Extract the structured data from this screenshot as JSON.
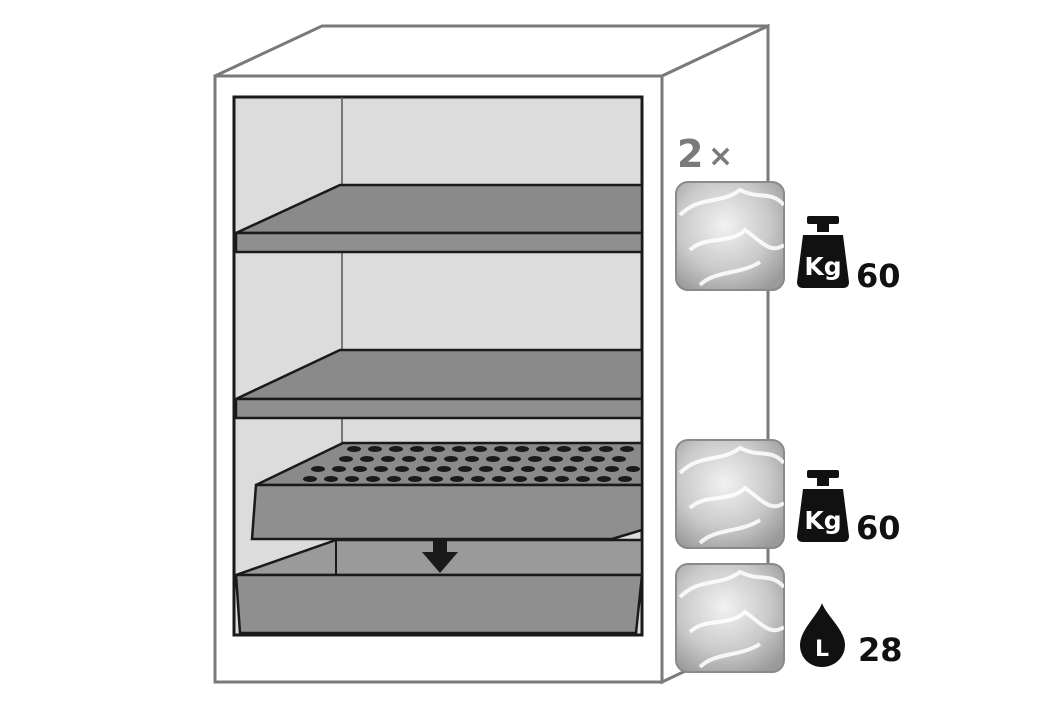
{
  "multiplier": {
    "count": "2",
    "symbol": "×"
  },
  "accessories": [
    {
      "kind": "shelf",
      "metric": "load",
      "icon": "weight-icon",
      "unit_glyph": "Kg",
      "value": "60"
    },
    {
      "kind": "shelf",
      "metric": "load",
      "icon": "weight-icon",
      "unit_glyph": "Kg",
      "value": "60"
    },
    {
      "kind": "sump",
      "metric": "capacity",
      "icon": "droplet-icon",
      "unit_glyph": "L",
      "value": "28"
    }
  ],
  "colors": {
    "cabinet_outline": "#7a7a7a",
    "interior": "#dcdcdc",
    "shelf": "#8a8a8a",
    "shelf_edge": "#1a1a1a",
    "icon_fill": "#111111",
    "multiplier_text": "#7a7a7a"
  }
}
